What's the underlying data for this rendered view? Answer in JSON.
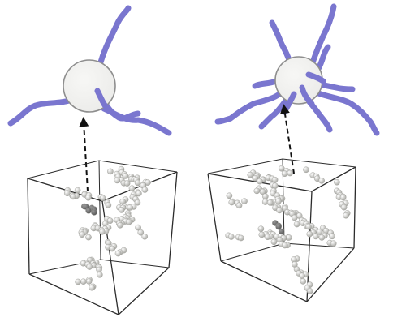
{
  "figure": {
    "panels": [
      {
        "id": "left",
        "chain_count": 4,
        "cluster_style": "fractal-aggregate"
      },
      {
        "id": "right",
        "chain_count": 9,
        "cluster_style": "dispersed-aggregate"
      }
    ],
    "colors": {
      "chain": "#7a76cf",
      "core_fill": "#ececea",
      "core_stroke": "#8e8e8e",
      "box_edge": "#2b2b2b",
      "sphere_light": "#ffffff",
      "sphere_dark": "#a9a9a4",
      "dark_sphere": "#555555",
      "arrow": "#111111"
    }
  }
}
